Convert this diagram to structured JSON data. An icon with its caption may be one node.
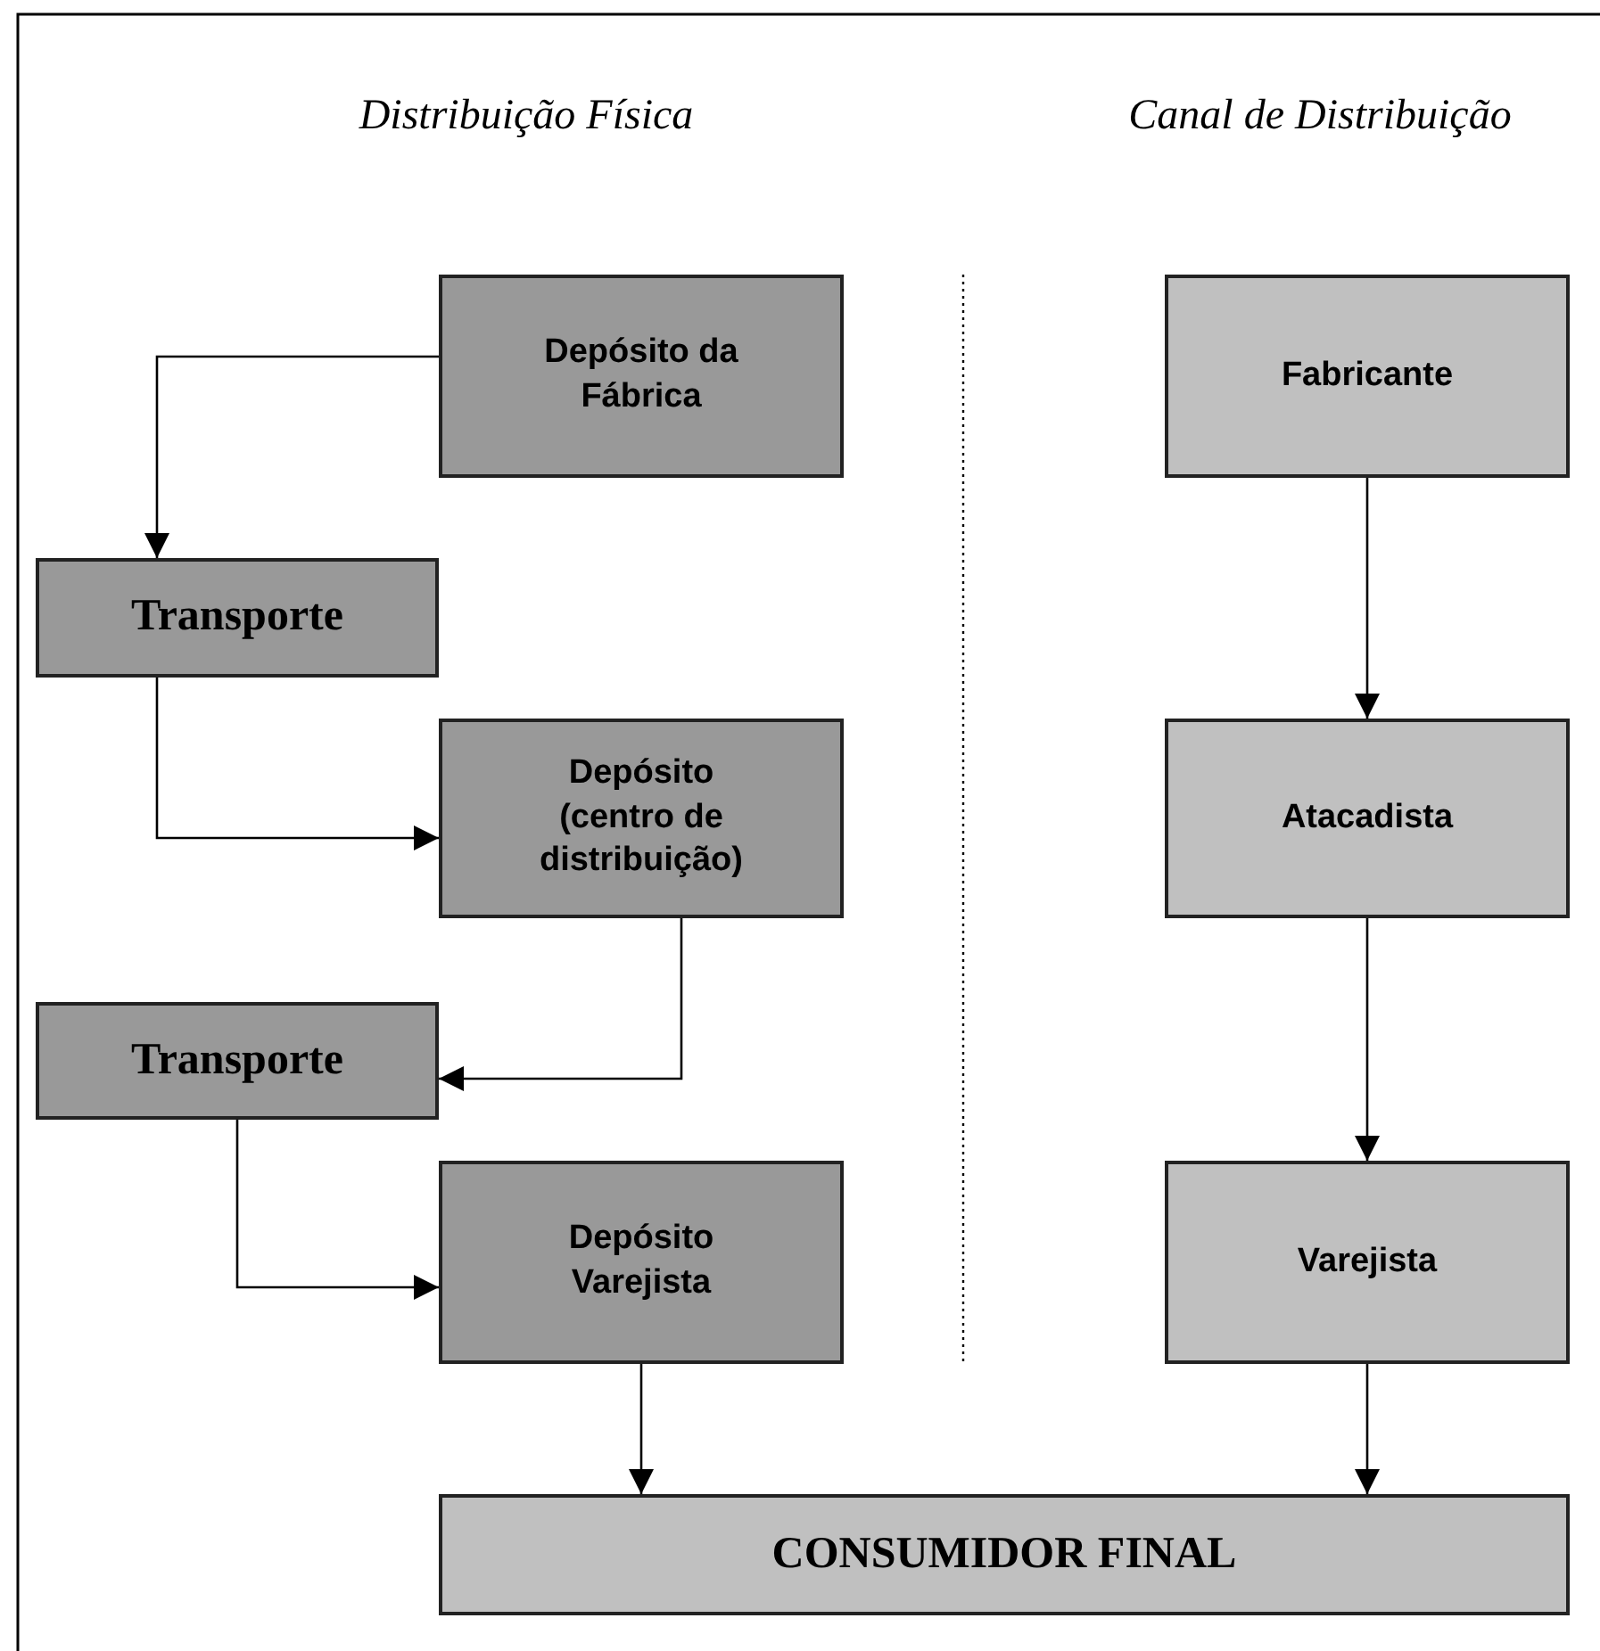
{
  "diagram": {
    "nodes": [
      {
        "text": [
          "Depósito da Fábrica"
        ]
      },
      {
        "text": [
          "Transporte"
        ]
      },
      {
        "text": [
          "Depósito (centro de distribuição)"
        ]
      },
      {
        "text": [
          "Transporte"
        ]
      },
      {
        "text": [
          "Depósito Varejista"
        ]
      },
      {
        "text": [
          "Fabricante"
        ]
      },
      {
        "text": [
          "Atacadista"
        ]
      },
      {
        "text": [
          "Varejista"
        ]
      },
      {
        "text": [
          "CONSUMIDOR FINAL"
        ]
      }
    ],
    "edges": [
      {
        "from": 0,
        "to": 1,
        "arrow": "to"
      },
      {
        "from": 1,
        "to": 2,
        "arrow": "to"
      },
      {
        "from": 2,
        "to": 3,
        "arrow": "to"
      },
      {
        "from": 3,
        "to": 4,
        "arrow": "to"
      },
      {
        "from": 4,
        "to": 8,
        "arrow": "to"
      },
      {
        "from": 5,
        "to": 6,
        "arrow": "to"
      },
      {
        "from": 6,
        "to": 7,
        "arrow": "to"
      },
      {
        "from": 7,
        "to": 8,
        "arrow": "to"
      }
    ],
    "labels": [
      "Distribuição Física",
      "Canal de Distribuição"
    ]
  }
}
